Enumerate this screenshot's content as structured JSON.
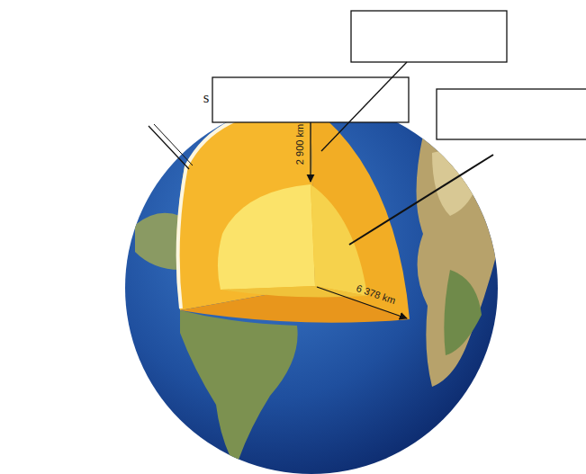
{
  "diagram": {
    "labels": [
      "s",
      "2 900 km",
      "6 378 km"
    ]
  }
}
